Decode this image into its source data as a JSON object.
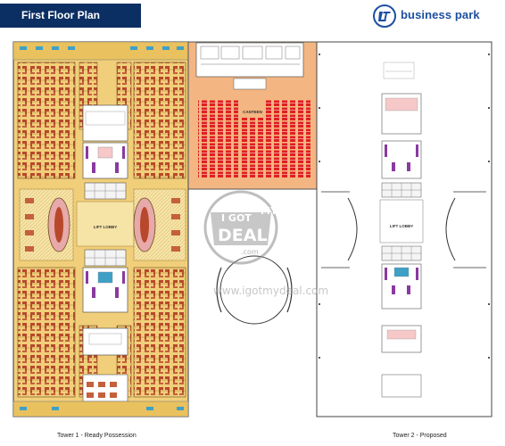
{
  "header": {
    "title": "First Floor Plan",
    "brand_name": "business park",
    "brand_color": "#1d4fa0",
    "banner_color": "#0c2f63"
  },
  "labels": {
    "lift_lobby": "LIFT LOBBY",
    "canteen": "CANTEEN",
    "lift_lobby_t2": "LIFT LOBBY"
  },
  "watermark": {
    "line1": "I GOT",
    "line2": "MY",
    "line3": "DEAL",
    "line4": ".com",
    "url": "www.igotmydeal.com"
  },
  "captions": {
    "tower1": "Tower 1 - Ready Possession",
    "tower2": "Tower 2 - Proposed"
  },
  "colors": {
    "tower1_fill": "#f1cf7a",
    "workstation": "#b8482c",
    "canteen_fill": "#f3b683",
    "canteen_seat": "#e02020",
    "wall": "#444444",
    "core_purple": "#8a3aa0",
    "core_pink": "#f6c8c8"
  }
}
